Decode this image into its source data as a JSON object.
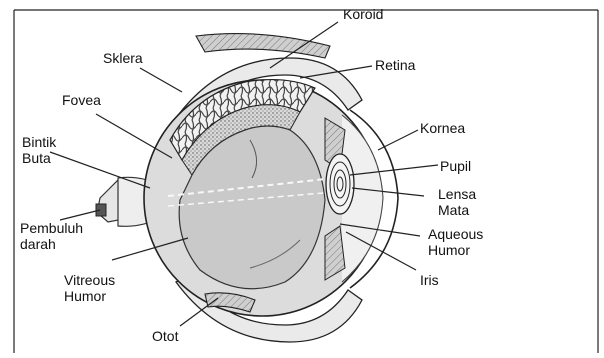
{
  "diagram": {
    "labels": {
      "sklera": "Sklera",
      "koroid": "Koroid",
      "retina": "Retina",
      "fovea": "Fovea",
      "bintik_line1": "Bintik",
      "bintik_line2": "Buta",
      "kornea": "Kornea",
      "pupil": "Pupil",
      "lensa_line1": "Lensa",
      "lensa_line2": "Mata",
      "aqueous_line1": "Aqueous",
      "aqueous_line2": "Humor",
      "pembuluh_line1": "Pembuluh",
      "pembuluh_line2": "darah",
      "iris": "Iris",
      "vitreous_line1": "Vitreous",
      "vitreous_line2": "Humor",
      "otot": "Otot"
    }
  }
}
